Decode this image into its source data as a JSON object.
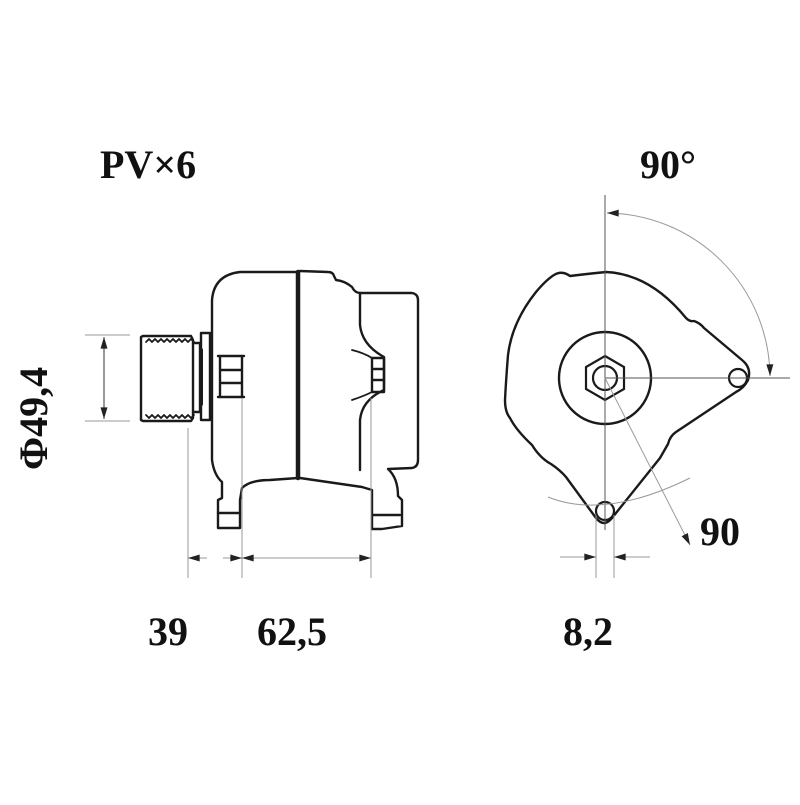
{
  "drawing": {
    "subject": "Alternator dimensional drawing",
    "views": [
      "side-view",
      "end-view"
    ],
    "labels": {
      "pulley_type": "PV×6",
      "angle": "90°",
      "pulley_diameter": "Φ49,4",
      "dim_pulley_to_mount": "39",
      "dim_mount_spacing": "62,5",
      "dim_bolt_hole": "8,2",
      "dim_radius": "90"
    },
    "colors": {
      "outline": "#1a1a1a",
      "dimension_line": "#9a9a9a",
      "background": "#ffffff"
    }
  }
}
